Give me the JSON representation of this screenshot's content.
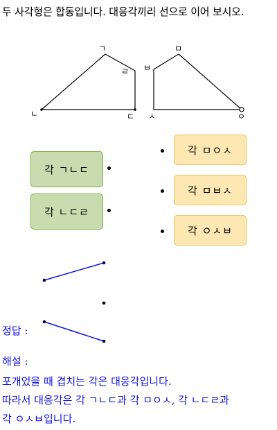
{
  "question": "두 사각형은 합동입니다. 대응각끼리 선으로 이어 보시오.",
  "figure": {
    "quad1_labels": [
      "ㄱ",
      "ㄴ",
      "ㄷ",
      "ㄹ"
    ],
    "quad2_labels": [
      "ㅁ",
      "ㅂ",
      "ㅅ",
      "ㅇ"
    ]
  },
  "left_options": [
    "각 ㄱㄴㄷ",
    "각 ㄴㄷㄹ"
  ],
  "right_options": [
    "각 ㅁㅇㅅ",
    "각 ㅁㅂㅅ",
    "각 ㅇㅅㅂ"
  ],
  "answer_label": "정답 :",
  "solution_label": "해설 :",
  "solution_lines": [
    "포개었을 때 겹치는 각은 대응각입니다.",
    "따라서 대응각은 각 ㄱㄴㄷ과 각 ㅁㅇㅅ, 각 ㄴㄷㄹ과",
    "각 ㅇㅅㅂ입니다."
  ],
  "colors": {
    "answer_blue": "#1010e0",
    "left_card": "#c9dcb0",
    "right_card": "#fde7b2"
  }
}
